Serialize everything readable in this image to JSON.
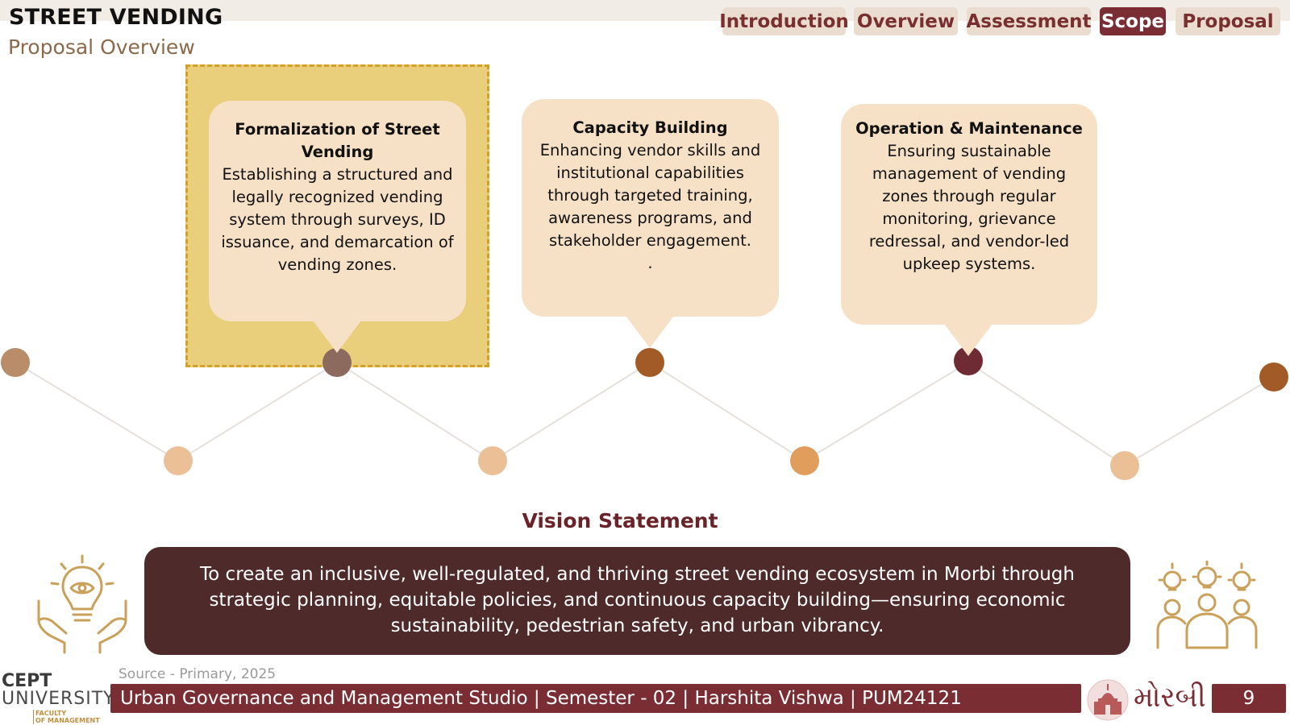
{
  "header": {
    "title": "STREET VENDING",
    "subtitle": "Proposal Overview"
  },
  "nav": {
    "tabs": [
      {
        "label": "Introduction",
        "active": false
      },
      {
        "label": "Overview",
        "active": false
      },
      {
        "label": "Assessment",
        "active": false
      },
      {
        "label": "Scope",
        "active": true
      },
      {
        "label": "Proposal",
        "active": false
      }
    ]
  },
  "cards": [
    {
      "title": "Formalization of Street Vending",
      "text": "Establishing a structured and legally recognized vending system through surveys, ID issuance, and demarcation of vending zones."
    },
    {
      "title": "Capacity Building",
      "text": "Enhancing vendor skills and institutional capabilities through targeted training, awareness programs, and stakeholder engagement.",
      "extra": "."
    },
    {
      "title": "Operation & Maintenance",
      "text": "Ensuring sustainable management of vending zones through regular monitoring, grievance redressal, and vendor-led upkeep systems."
    }
  ],
  "vision": {
    "title": "Vision Statement",
    "text": "To create an inclusive,  well-regulated, and thriving street vending ecosystem in Morbi through strategic planning, equitable policies, and continuous capacity building—ensuring economic sustainability, pedestrian safety, and urban  vibrancy."
  },
  "source": "Source - Primary, 2025",
  "logo": {
    "line1": "CEPT",
    "line2": "UNIVERSITY",
    "line3a": "FACULTY",
    "line3b": "OF MANAGEMENT"
  },
  "footer": {
    "text": "Urban Governance and Management Studio | Semester - 02 | Harshita Vishwa | PUM24121",
    "city_gujarati": "મોરબી",
    "page_number": "9"
  },
  "icons": {
    "left": "lightbulb-hands-icon",
    "right": "team-ideas-icon",
    "emblem": "morbi-emblem-icon"
  },
  "colors": {
    "accent": "#7a2e34",
    "highlight": "#e9cf7c",
    "highlight_border": "#d1a22a",
    "bubble": "#f6e1c6",
    "vision_box": "#4e2a2b",
    "nav_inactive": "#eaddd0"
  }
}
